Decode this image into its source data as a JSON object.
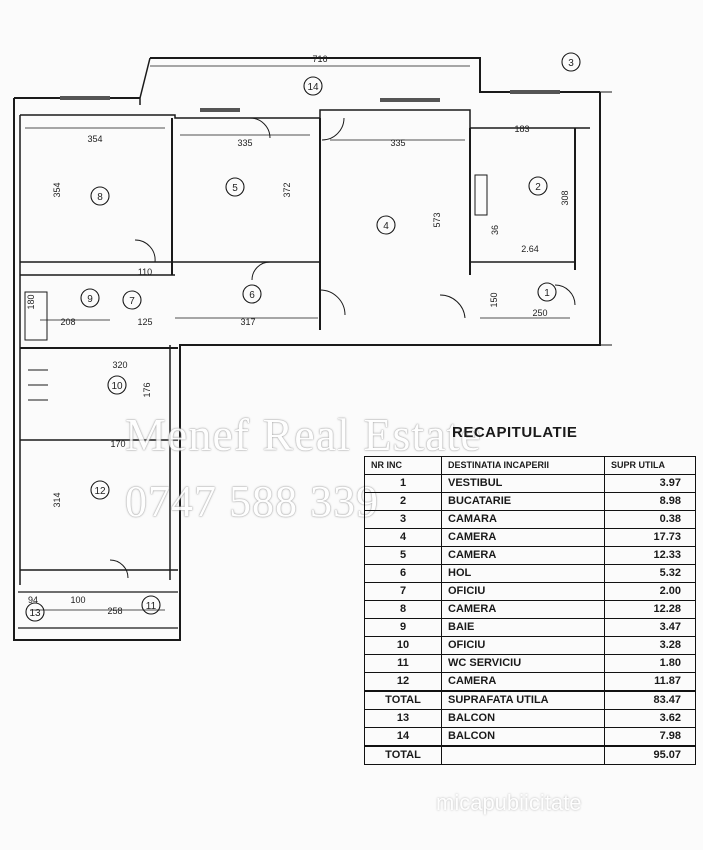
{
  "plan": {
    "dims": {
      "d716": "716",
      "d354": "354",
      "d335a": "335",
      "d335b": "335",
      "d183": "183",
      "d317": "317",
      "d372": "372",
      "d573": "573",
      "d308": "308",
      "d264": "2.64",
      "d250": "250",
      "d150": "150",
      "d208": "208",
      "d180": "180",
      "d125": "125",
      "d258": "258",
      "d314": "314",
      "d170": "170",
      "d320": "320",
      "d176": "176",
      "d100": "100",
      "d110": "110",
      "d36": "36",
      "d94": "94"
    },
    "rooms": [
      "1",
      "2",
      "3",
      "4",
      "5",
      "6",
      "7",
      "8",
      "9",
      "10",
      "11",
      "12",
      "13",
      "14"
    ],
    "col_marker": "3"
  },
  "watermark": {
    "line1": "Menef Real Estate",
    "line2": "0747 588 339",
    "footer": "micapubiicitate"
  },
  "recap": {
    "title": "RECAPITULATIE",
    "headers": [
      "NR INC",
      "DESTINATIA INCAPERII",
      "SUPR UTILA"
    ],
    "rows": [
      {
        "nr": "1",
        "dest": "VESTIBUL",
        "supr": "3.97"
      },
      {
        "nr": "2",
        "dest": "BUCATARIE",
        "supr": "8.98"
      },
      {
        "nr": "3",
        "dest": "CAMARA",
        "supr": "0.38"
      },
      {
        "nr": "4",
        "dest": "CAMERA",
        "supr": "17.73"
      },
      {
        "nr": "5",
        "dest": "CAMERA",
        "supr": "12.33"
      },
      {
        "nr": "6",
        "dest": "HOL",
        "supr": "5.32"
      },
      {
        "nr": "7",
        "dest": "OFICIU",
        "supr": "2.00"
      },
      {
        "nr": "8",
        "dest": "CAMERA",
        "supr": "12.28"
      },
      {
        "nr": "9",
        "dest": "BAIE",
        "supr": "3.47"
      },
      {
        "nr": "10",
        "dest": "OFICIU",
        "supr": "3.28"
      },
      {
        "nr": "11",
        "dest": "WC SERVICIU",
        "supr": "1.80"
      },
      {
        "nr": "12",
        "dest": "CAMERA",
        "supr": "11.87"
      }
    ],
    "total1": {
      "nr": "TOTAL",
      "dest": "SUPRAFATA UTILA",
      "supr": "83.47"
    },
    "balconies": [
      {
        "nr": "13",
        "dest": "BALCON",
        "supr": "3.62"
      },
      {
        "nr": "14",
        "dest": "BALCON",
        "supr": "7.98"
      }
    ],
    "total2": {
      "nr": "TOTAL",
      "dest": "",
      "supr": "95.07"
    }
  }
}
